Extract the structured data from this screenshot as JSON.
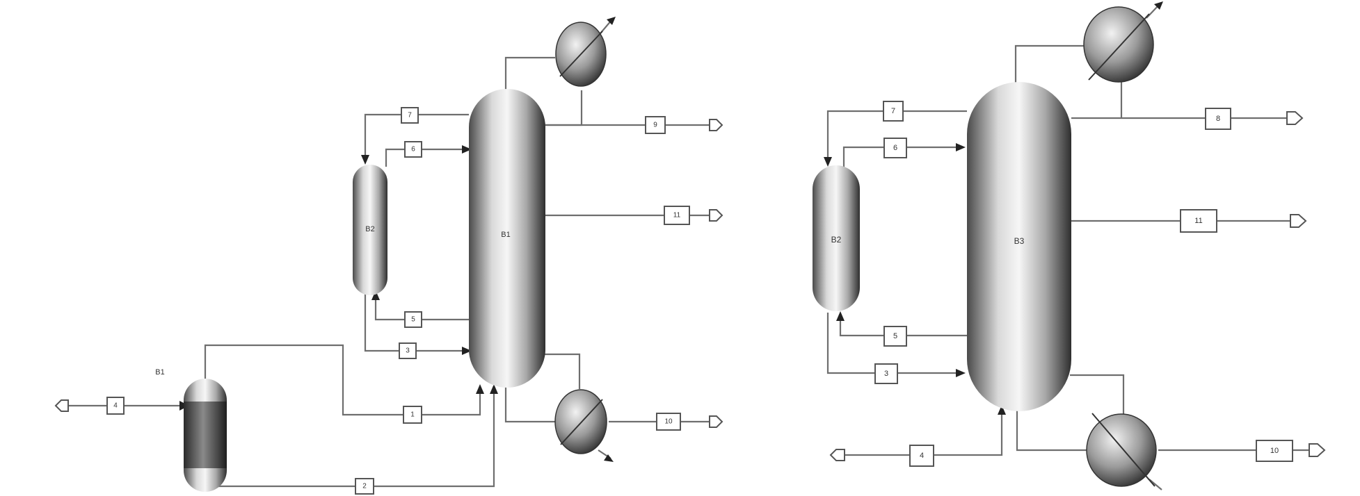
{
  "diagram_left": {
    "blocks": {
      "reactor": "B1",
      "column": "B1",
      "side": "B2"
    },
    "streams": {
      "s4": "4",
      "s7": "7",
      "s6": "6",
      "s5": "5",
      "s3": "3",
      "s1": "1",
      "s2": "2",
      "s9": "9",
      "s11": "11",
      "s10": "10"
    }
  },
  "diagram_right": {
    "blocks": {
      "column": "B3",
      "side": "B2"
    },
    "streams": {
      "s7": "7",
      "s6": "6",
      "s5": "5",
      "s3": "3",
      "s4": "4",
      "s8": "8",
      "s11": "11",
      "s10": "10"
    }
  },
  "colors": {
    "line": "#6e6e6e",
    "vessel_dark": "#3a3a3a",
    "vessel_light": "#f2f2f2"
  }
}
